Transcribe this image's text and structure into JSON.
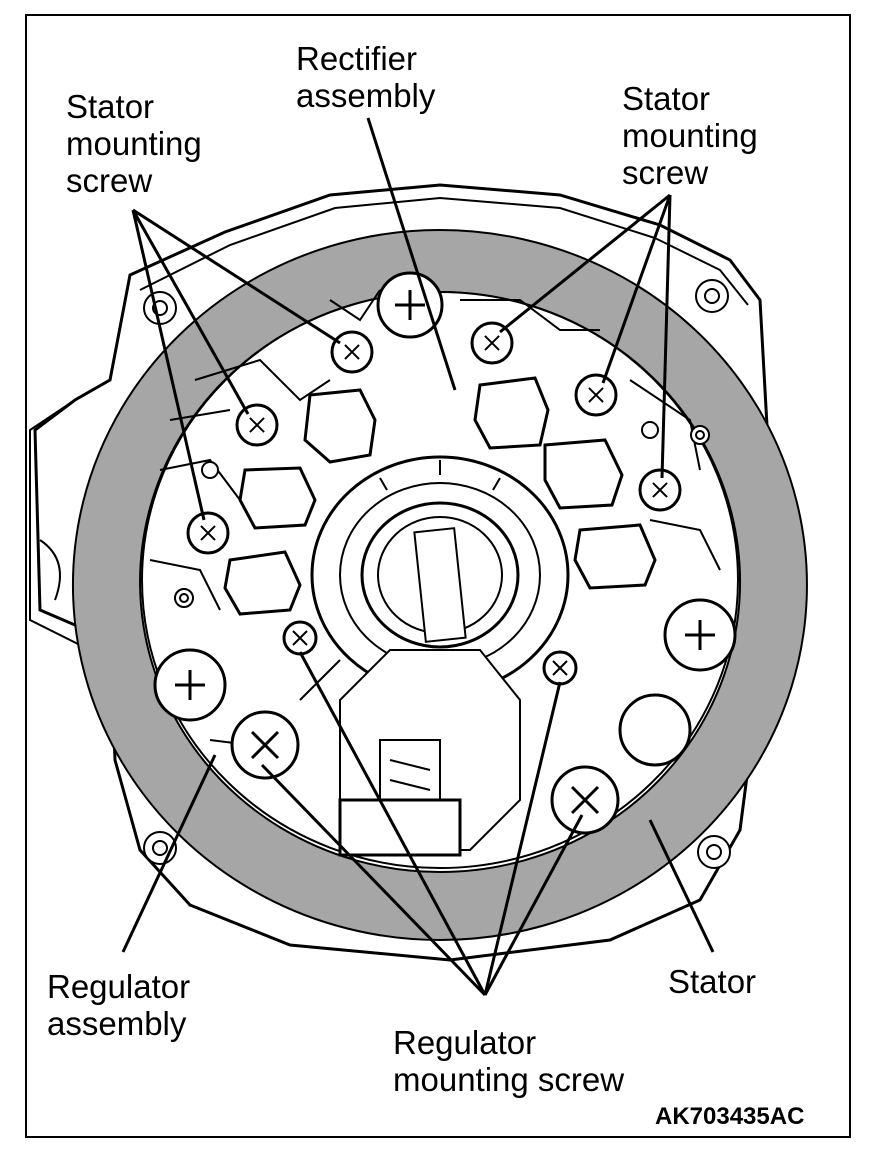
{
  "labels": {
    "stator_screw_left": "Stator\nmounting\nscrew",
    "rectifier": "Rectifier\nassembly",
    "stator_screw_right": "Stator\nmounting\nscrew",
    "regulator_assembly": "Regulator\nassembly",
    "stator": "Stator",
    "regulator_screw": "Regulator\nmounting screw"
  },
  "figure_code": "AK703435AC",
  "colors": {
    "stator_fill": "#a6a6a6",
    "line": "#000000",
    "background": "#ffffff"
  }
}
